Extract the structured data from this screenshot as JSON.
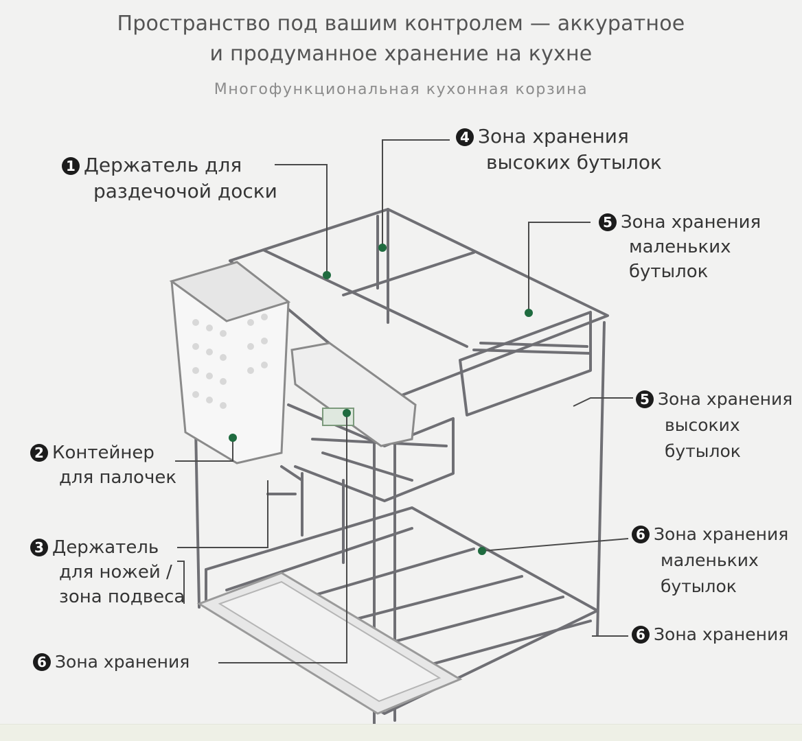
{
  "header": {
    "line1": "Пространство под вашим контролем — аккуратное",
    "line2": "и продуманное хранение на кухне",
    "subtitle": "Многофункциональная кухонная корзина"
  },
  "colors": {
    "badge": "#1c1c1c",
    "leader": "#4a4a4a",
    "dot": "#1f6b3f",
    "wire": "#6f6f74"
  },
  "labels": {
    "l1": {
      "num": "1",
      "line1": "Держатель для",
      "line2": "раздечочой доски"
    },
    "l2": {
      "num": "2",
      "line1": "Контейнер",
      "line2": "для палочек"
    },
    "l3": {
      "num": "3",
      "line1": "Держатель",
      "line2": "для ножей /",
      "line3": "зона подвеса"
    },
    "l4": {
      "num": "4",
      "line1": "Зона хранения",
      "line2": "высоких бутылок"
    },
    "l5a": {
      "num": "5",
      "line1": "Зона хранения",
      "line2": "маленьких",
      "line3": "бутылок"
    },
    "l5b": {
      "num": "5",
      "line1": "Зона хранения",
      "line2": "высоких",
      "line3": "бутылок"
    },
    "l6a": {
      "num": "6",
      "line1": "Зона хранения",
      "line2": "маленьких",
      "line3": "бутылок"
    },
    "l6b": {
      "num": "6",
      "line1": "Зона хранения"
    },
    "l6c": {
      "num": "6",
      "line1": "Зона хранения"
    }
  }
}
